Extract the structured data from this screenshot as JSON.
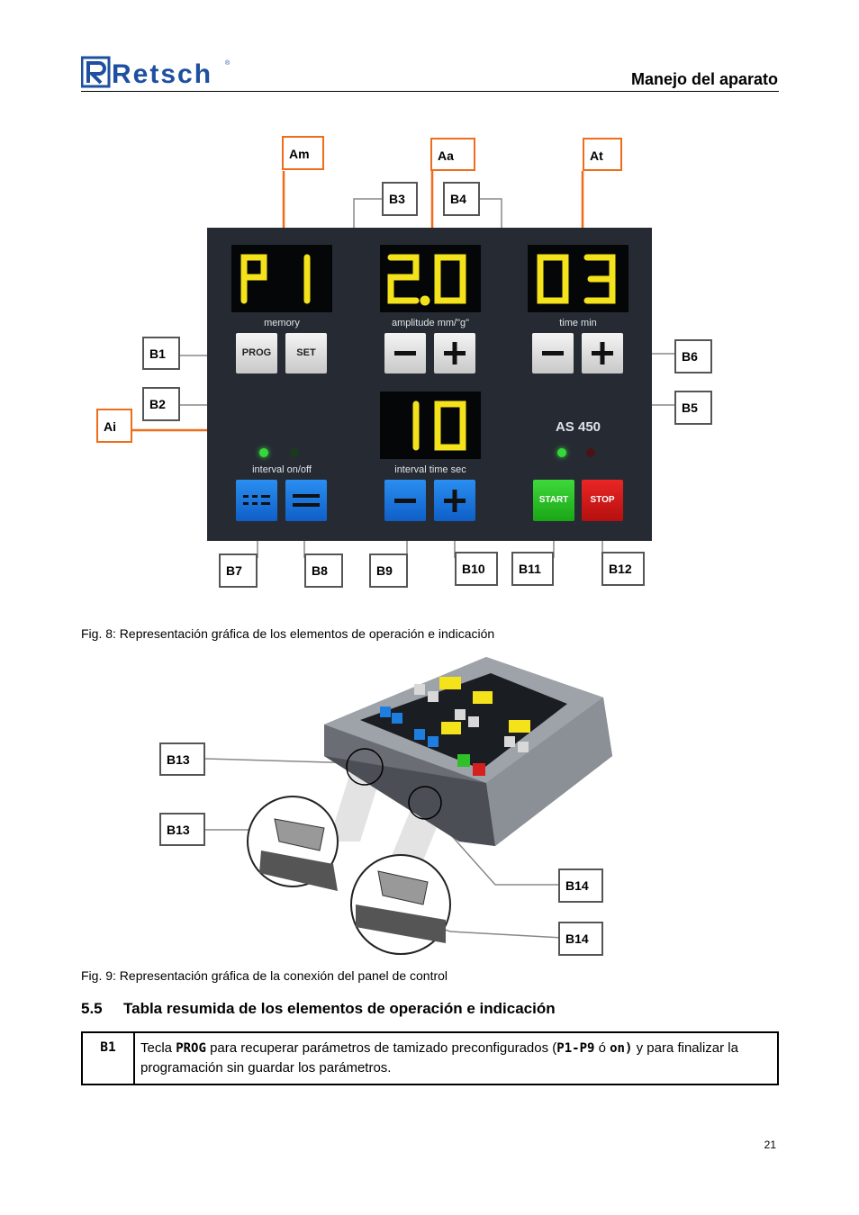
{
  "header": {
    "logo_text": "Retsch",
    "section_title": "Manejo del aparato"
  },
  "panel": {
    "displays": {
      "memory": "P1",
      "amplitude": "2.0",
      "time": "03",
      "interval": "10"
    },
    "labels": {
      "memory": "memory",
      "amplitude": "amplitude mm/\"g\"",
      "time": "time min",
      "interval_onoff": "interval on/off",
      "interval_time": "interval time sec",
      "model": "AS 450"
    },
    "buttons": {
      "prog": "PROG",
      "set": "SET",
      "start": "START",
      "stop": "STOP"
    }
  },
  "callouts": {
    "am": "Am",
    "aa": "Aa",
    "at": "At",
    "ai": "Ai",
    "b1": "B1",
    "b2": "B2",
    "b3": "B3",
    "b4": "B4",
    "b5": "B5",
    "b6": "B6",
    "b7": "B7",
    "b8": "B8",
    "b9": "B9",
    "b10": "B10",
    "b11": "B11",
    "b12": "B12",
    "b13a": "B13",
    "b13b": "B13",
    "b14a": "B14",
    "b14b": "B14"
  },
  "fig8_caption": "Fig. 8: Representación gráfica de los elementos de operación e indicación",
  "fig9_caption": "Fig. 9: Representación gráfica de la conexión del panel de control",
  "section": {
    "number": "5.5",
    "title": "Tabla resumida de los elementos de operación e indicación"
  },
  "table": {
    "row1": {
      "id": "B1",
      "t1": "Tecla ",
      "b1": "PROG",
      "t2": " para recuperar parámetros de tamizado preconfigurados (",
      "b2": "P1-P9",
      "t3": " ó ",
      "b3": "on)",
      "t4": " y para finalizar la programación sin guardar los parámetros."
    }
  },
  "page_number": "21",
  "colors": {
    "callout_orange": "#ee6c1a",
    "panel_bg": "#262b33",
    "seg_yellow": "#f4e21b"
  }
}
